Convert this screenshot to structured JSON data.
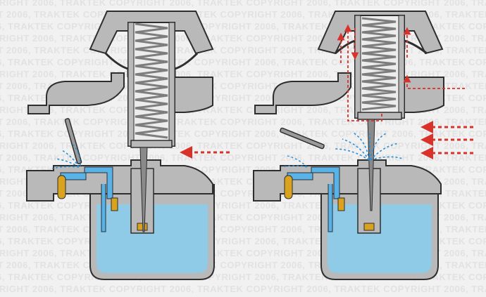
{
  "watermark": {
    "text": "COPYRIGHT 2006, TRAKTEK"
  },
  "colors": {
    "background": "#f1f1f1",
    "body_fill": "#b9b9b9",
    "outline": "#2e2e2e",
    "fuel": "#8fcbe6",
    "fuel_passage": "#58b3e8",
    "jet_spray": "#2d8fd4",
    "airflow_arrow": "#d9322b",
    "brass": "#d9a21f"
  },
  "panels": {
    "left": {
      "state": "throttle-closed",
      "incoming_air_arrows": 1
    },
    "right": {
      "state": "throttle-open",
      "incoming_air_arrows": 3
    }
  }
}
